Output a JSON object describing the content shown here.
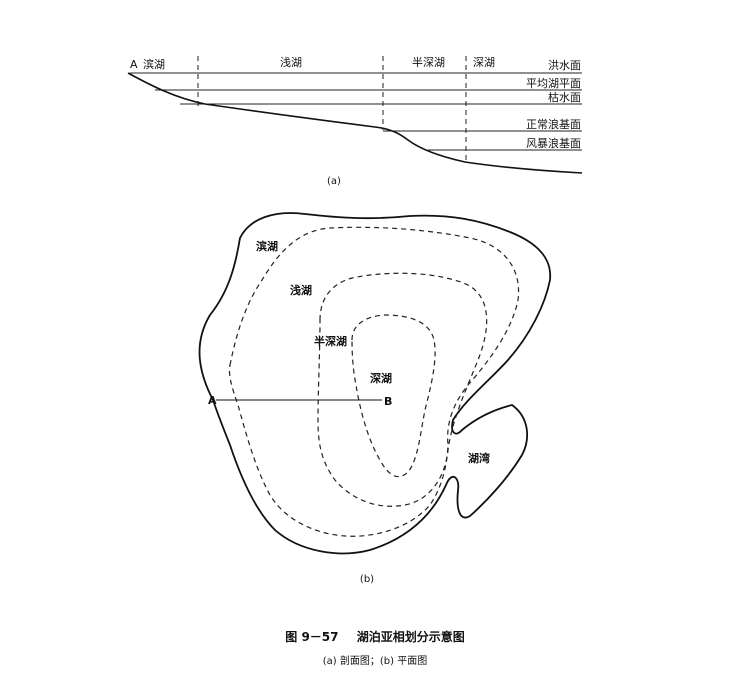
{
  "profile": {
    "point": "A",
    "zones": [
      "滨湖",
      "浅湖",
      "半深湖",
      "深湖"
    ],
    "levels": [
      "洪水面",
      "平均湖平面",
      "枯水面",
      "正常浪基面",
      "风暴浪基面"
    ],
    "sublabel": "(a)"
  },
  "plan": {
    "zones": [
      "滨湖",
      "浅湖",
      "半深湖",
      "深湖",
      "湖湾"
    ],
    "point_a": "A",
    "point_b": "B",
    "sublabel": "(b)"
  },
  "caption": {
    "number": "图 9－57",
    "title": "湖泊亚相划分示意图",
    "sub": "(a) 剖面图；(b) 平面图"
  }
}
